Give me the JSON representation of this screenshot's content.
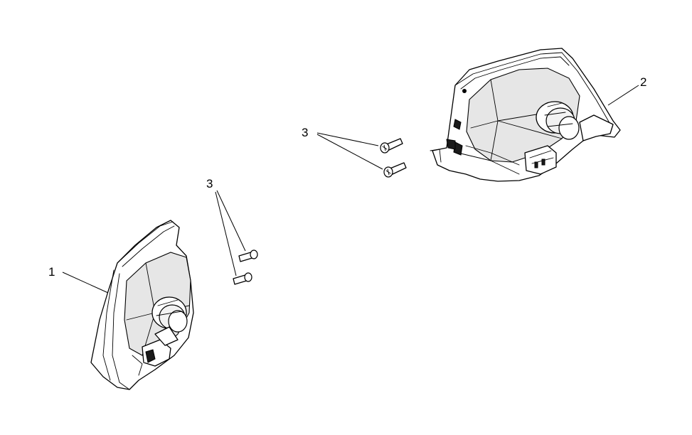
{
  "diagram": {
    "callouts": [
      {
        "id": "part-1",
        "label": "1"
      },
      {
        "id": "part-2",
        "label": "2"
      },
      {
        "id": "part-3-upper",
        "label": "3"
      },
      {
        "id": "part-3-lower",
        "label": "3"
      }
    ],
    "parts": [
      {
        "name": "left-turn-signal-assembly",
        "callout": "1"
      },
      {
        "name": "right-turn-signal-assembly",
        "callout": "2"
      },
      {
        "name": "mounting-screws",
        "callout": "3"
      }
    ]
  }
}
